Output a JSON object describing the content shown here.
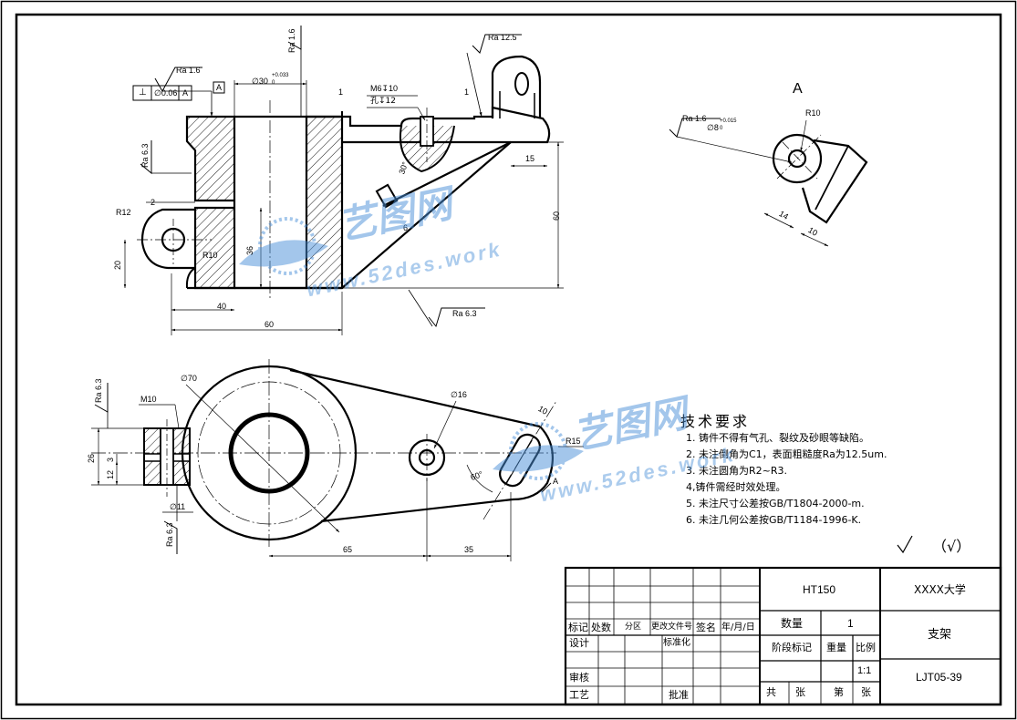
{
  "view_label": "A",
  "surface_finish": {
    "top_left": "Ra 1.6",
    "left_side": "Ra 6.3",
    "top_center": "Ra 1.6",
    "top_right": "Ra 12.5",
    "bottom": "Ra 6.3",
    "view_a": "Ra 1.6",
    "plan_top": "Ra 6.3",
    "plan_bottom": "Ra 6.3"
  },
  "tolerance_frame": {
    "symbol": "⊥",
    "value": "∅0.06",
    "datum": "A"
  },
  "datum_label": "A",
  "front_view_dims": {
    "bore": "∅30",
    "bore_tol_upper": "+0.033",
    "bore_tol_lower": "0",
    "thread": "M6↧10",
    "hole": "孔↧12",
    "gap_left": "1",
    "gap_right": "1",
    "angle": "30°",
    "slot_width": "2",
    "radius_left": "R12",
    "radius_bottom": "R10",
    "height_36": "36",
    "height_20": "20",
    "height_60": "60",
    "width_40": "40",
    "width_60": "60",
    "width_15": "15",
    "rib": "6"
  },
  "view_a_dims": {
    "bore": "∅8",
    "bore_tol_upper": "+0.015",
    "bore_tol_lower": "0",
    "radius": "R10",
    "width_14": "14",
    "width_10": "10"
  },
  "plan_view_dims": {
    "outer": "∅70",
    "thread": "M10",
    "hole_small": "∅16",
    "hole_drill": "∅11",
    "radius_end": "R15",
    "slot_width": "10",
    "angle": "60°",
    "height_26": "26",
    "height_3": "3",
    "height_12": "12",
    "length_65": "65",
    "length_35": "35",
    "section_mark": "A"
  },
  "tech_requirements": {
    "title": "技术要求",
    "items": [
      "1. 铸件不得有气孔、裂纹及砂眼等缺陷。",
      "2. 未注倒角为C1，表面粗糙度Ra为12.5um.",
      "3. 未注圆角为R2~R3.",
      "4,铸件需经时效处理。",
      "5. 未注尺寸公差按GB/T1804-2000-m.",
      "6. 未注几何公差按GB/T1184-1996-K."
    ]
  },
  "other_finish": "（√）",
  "title_block": {
    "material": "HT150",
    "school": "XXXX大学",
    "part_name": "支架",
    "drawing_no": "LJT05-39",
    "qty_label": "数量",
    "qty_value": "1",
    "stage_label": "阶段标记",
    "weight_label": "重量",
    "scale_label": "比例",
    "scale_value": "1:1",
    "sheets_total": "共",
    "sheets_unit1": "张",
    "sheet_no": "第",
    "sheets_unit2": "张",
    "row_labels": [
      "标记",
      "处数",
      "分区",
      "更改文件号",
      "签名",
      "年/月/日"
    ],
    "design": "设计",
    "standard": "标准化",
    "review": "审核",
    "process": "工艺",
    "approve": "批准"
  },
  "watermark": {
    "brand": "艺图网",
    "url": "www.52des.work"
  }
}
